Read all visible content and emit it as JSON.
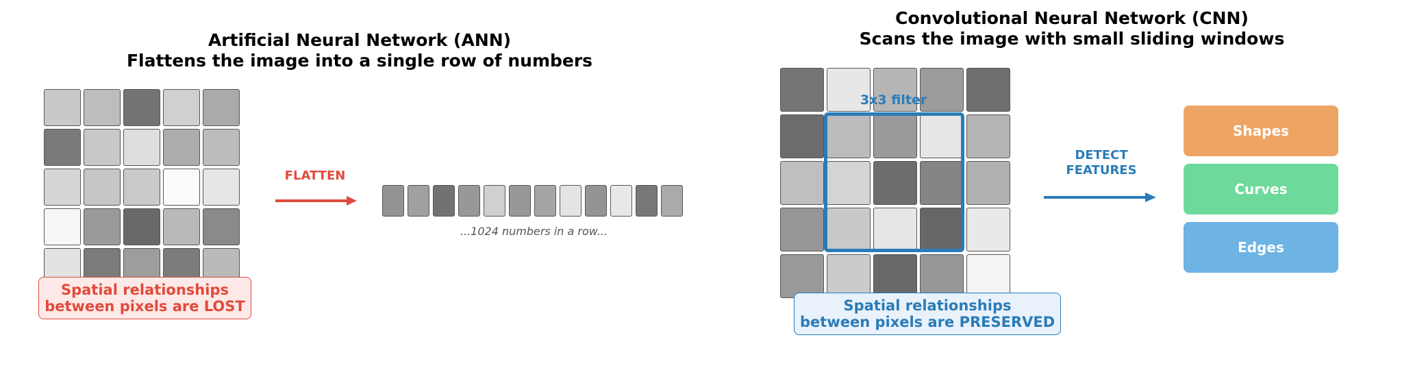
{
  "ann": {
    "title_line1": "Artificial Neural Network (ANN)",
    "title_line2": "Flattens the image into a single row of numbers",
    "grid": [
      [
        "#c9c9c9",
        "#bdbdbd",
        "#737373",
        "#d0d0d0",
        "#aaaaaa"
      ],
      [
        "#7a7a7a",
        "#c8c8c8",
        "#dedede",
        "#acacac",
        "#bcbcbc"
      ],
      [
        "#d6d6d6",
        "#c6c6c6",
        "#cacaca",
        "#fbfbfb",
        "#e6e6e6"
      ],
      [
        "#f7f7f7",
        "#9a9a9a",
        "#696969",
        "#b9b9b9",
        "#8a8a8a"
      ],
      [
        "#e2e2e2",
        "#7b7b7b",
        "#9d9d9d",
        "#7c7c7c",
        "#bababa"
      ]
    ],
    "arrow_label": "FLATTEN",
    "flat_row": [
      "#939393",
      "#a0a0a0",
      "#727272",
      "#989898",
      "#d0d0d0",
      "#989898",
      "#a5a5a5",
      "#e4e4e4",
      "#949494",
      "#e8e8e8",
      "#777777",
      "#aaaaaa"
    ],
    "flat_caption": "...1024 numbers in a row...",
    "note_line1": "Spatial relationships",
    "note_line2": "between pixels are LOST"
  },
  "cnn": {
    "title_line1": "Convolutional Neural Network (CNN)",
    "title_line2": "Scans the image with small sliding windows",
    "grid": [
      [
        "#757575",
        "#e7e7e7",
        "#b6b6b6",
        "#9b9b9b",
        "#6f6f6f"
      ],
      [
        "#6c6c6c",
        "#bcbcbc",
        "#9a9a9a",
        "#e6e6e6",
        "#b5b5b5"
      ],
      [
        "#bfbfbf",
        "#d4d4d4",
        "#6d6d6d",
        "#858585",
        "#b1b1b1"
      ],
      [
        "#979797",
        "#c9c9c9",
        "#e6e6e6",
        "#676767",
        "#e9e9e9"
      ],
      [
        "#999999",
        "#cbcbcb",
        "#696969",
        "#979797",
        "#f4f4f4"
      ]
    ],
    "filter_label": "3x3 filter",
    "arrow_label_line1": "DETECT",
    "arrow_label_line2": "FEATURES",
    "features": [
      {
        "label": "Shapes",
        "color": "#eea564"
      },
      {
        "label": "Curves",
        "color": "#6dd99a"
      },
      {
        "label": "Edges",
        "color": "#6db3e4"
      }
    ],
    "note_line1": "Spatial relationships",
    "note_line2": "between pixels are PRESERVED"
  },
  "colors": {
    "red": "#e04a3c",
    "blue": "#2a7cb8",
    "red_note_bg": "#fde9e7",
    "blue_note_bg": "#e9f1fa"
  }
}
